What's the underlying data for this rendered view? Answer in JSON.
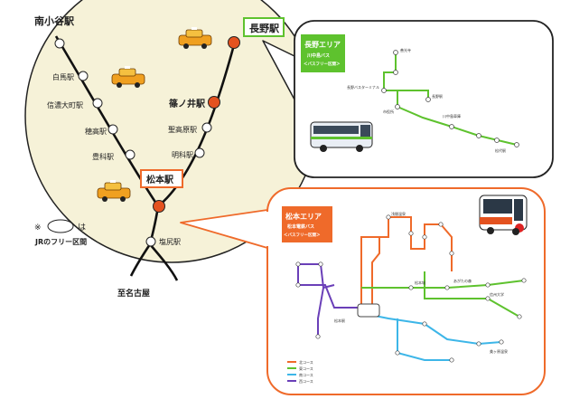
{
  "main_map": {
    "stations": {
      "minami_otari": "南小谷駅",
      "nagano": "長野駅",
      "hakuba": "白馬駅",
      "shinano_omachi": "信濃大町駅",
      "hotaka": "穂高駅",
      "toyoshina": "豊科駅",
      "matsumoto": "松本駅",
      "shinonoi": "篠ノ井駅",
      "hijirikogen": "聖高原駅",
      "akashina": "明科駅",
      "shiojiri": "塩尻駅"
    },
    "legend": {
      "prefix": "※",
      "suffix": "は",
      "line2": "JRのフリー区間"
    },
    "to_nagoya": "至名古屋"
  },
  "nagano_area": {
    "badge_title": "長野エリア",
    "badge_sub1": "川中島バス",
    "badge_sub2": "＜バスフリー区間＞",
    "accent": "#5ec22e",
    "stops": [
      "善光寺",
      "長野駅",
      "長野バスターミナル",
      "市役所",
      "川中島車庫",
      "松代駅"
    ]
  },
  "matsumoto_area": {
    "badge_title": "松本エリア",
    "badge_sub1": "松本電鉄バス",
    "badge_sub2": "＜バスフリー区間＞",
    "accent": "#f07a3a",
    "legend": [
      "北コース",
      "東コース",
      "南コース",
      "西コース"
    ],
    "stops": [
      "松本駅",
      "松本城",
      "浅間温泉",
      "美ヶ原温泉",
      "あがたの森",
      "信州大学"
    ]
  },
  "colors": {
    "circle_fill": "#f6f2d8",
    "jr_line": "#111111",
    "station_red": "#e4521f",
    "nagano_green": "#5ec22e",
    "matsumoto_orange": "#ef6a2a",
    "route_blue": "#3db6e8",
    "route_purple": "#6a3fb8"
  }
}
